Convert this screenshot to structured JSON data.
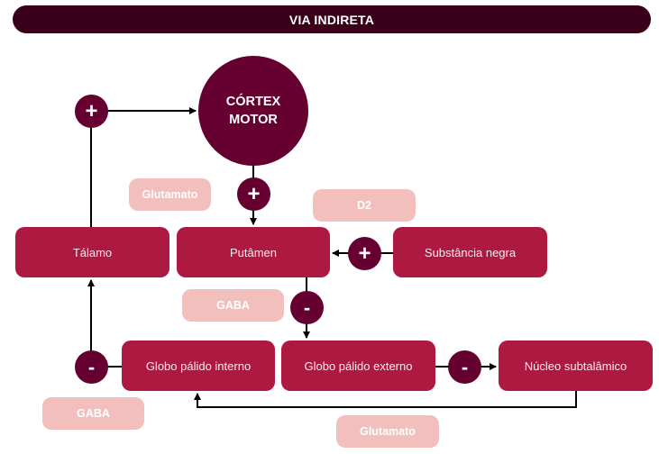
{
  "title": "VIA INDIRETA",
  "colors": {
    "header": "#3a0019",
    "cortex": "#650030",
    "node": "#ae1942",
    "sign": "#650030",
    "label_pill": "#f2bfbd",
    "connector": "#000000"
  },
  "cortex": {
    "label": "CÓRTEX\nMOTOR"
  },
  "nodes": {
    "talamo": "Tálamo",
    "putamen": "Putâmen",
    "substancia_negra": "Substância negra",
    "globo_palido_interno": "Globo pálido interno",
    "globo_palido_externo": "Globo pálido externo",
    "nucleo_subtalamico": "Núcleo subtalâmico"
  },
  "signs": {
    "talamo_to_cortex": "+",
    "cortex_to_putamen": "+",
    "substancia_to_putamen": "+",
    "putamen_to_gpe": "-",
    "gpi_to_talamo": "-",
    "gpe_to_nucleo": "-"
  },
  "labels": {
    "cortex_putamen": "Glutamato",
    "substancia_putamen": "D2",
    "putamen_gpe": "GABA",
    "gpi_talamo": "GABA",
    "nucleo_gpi": "Glutamato"
  }
}
